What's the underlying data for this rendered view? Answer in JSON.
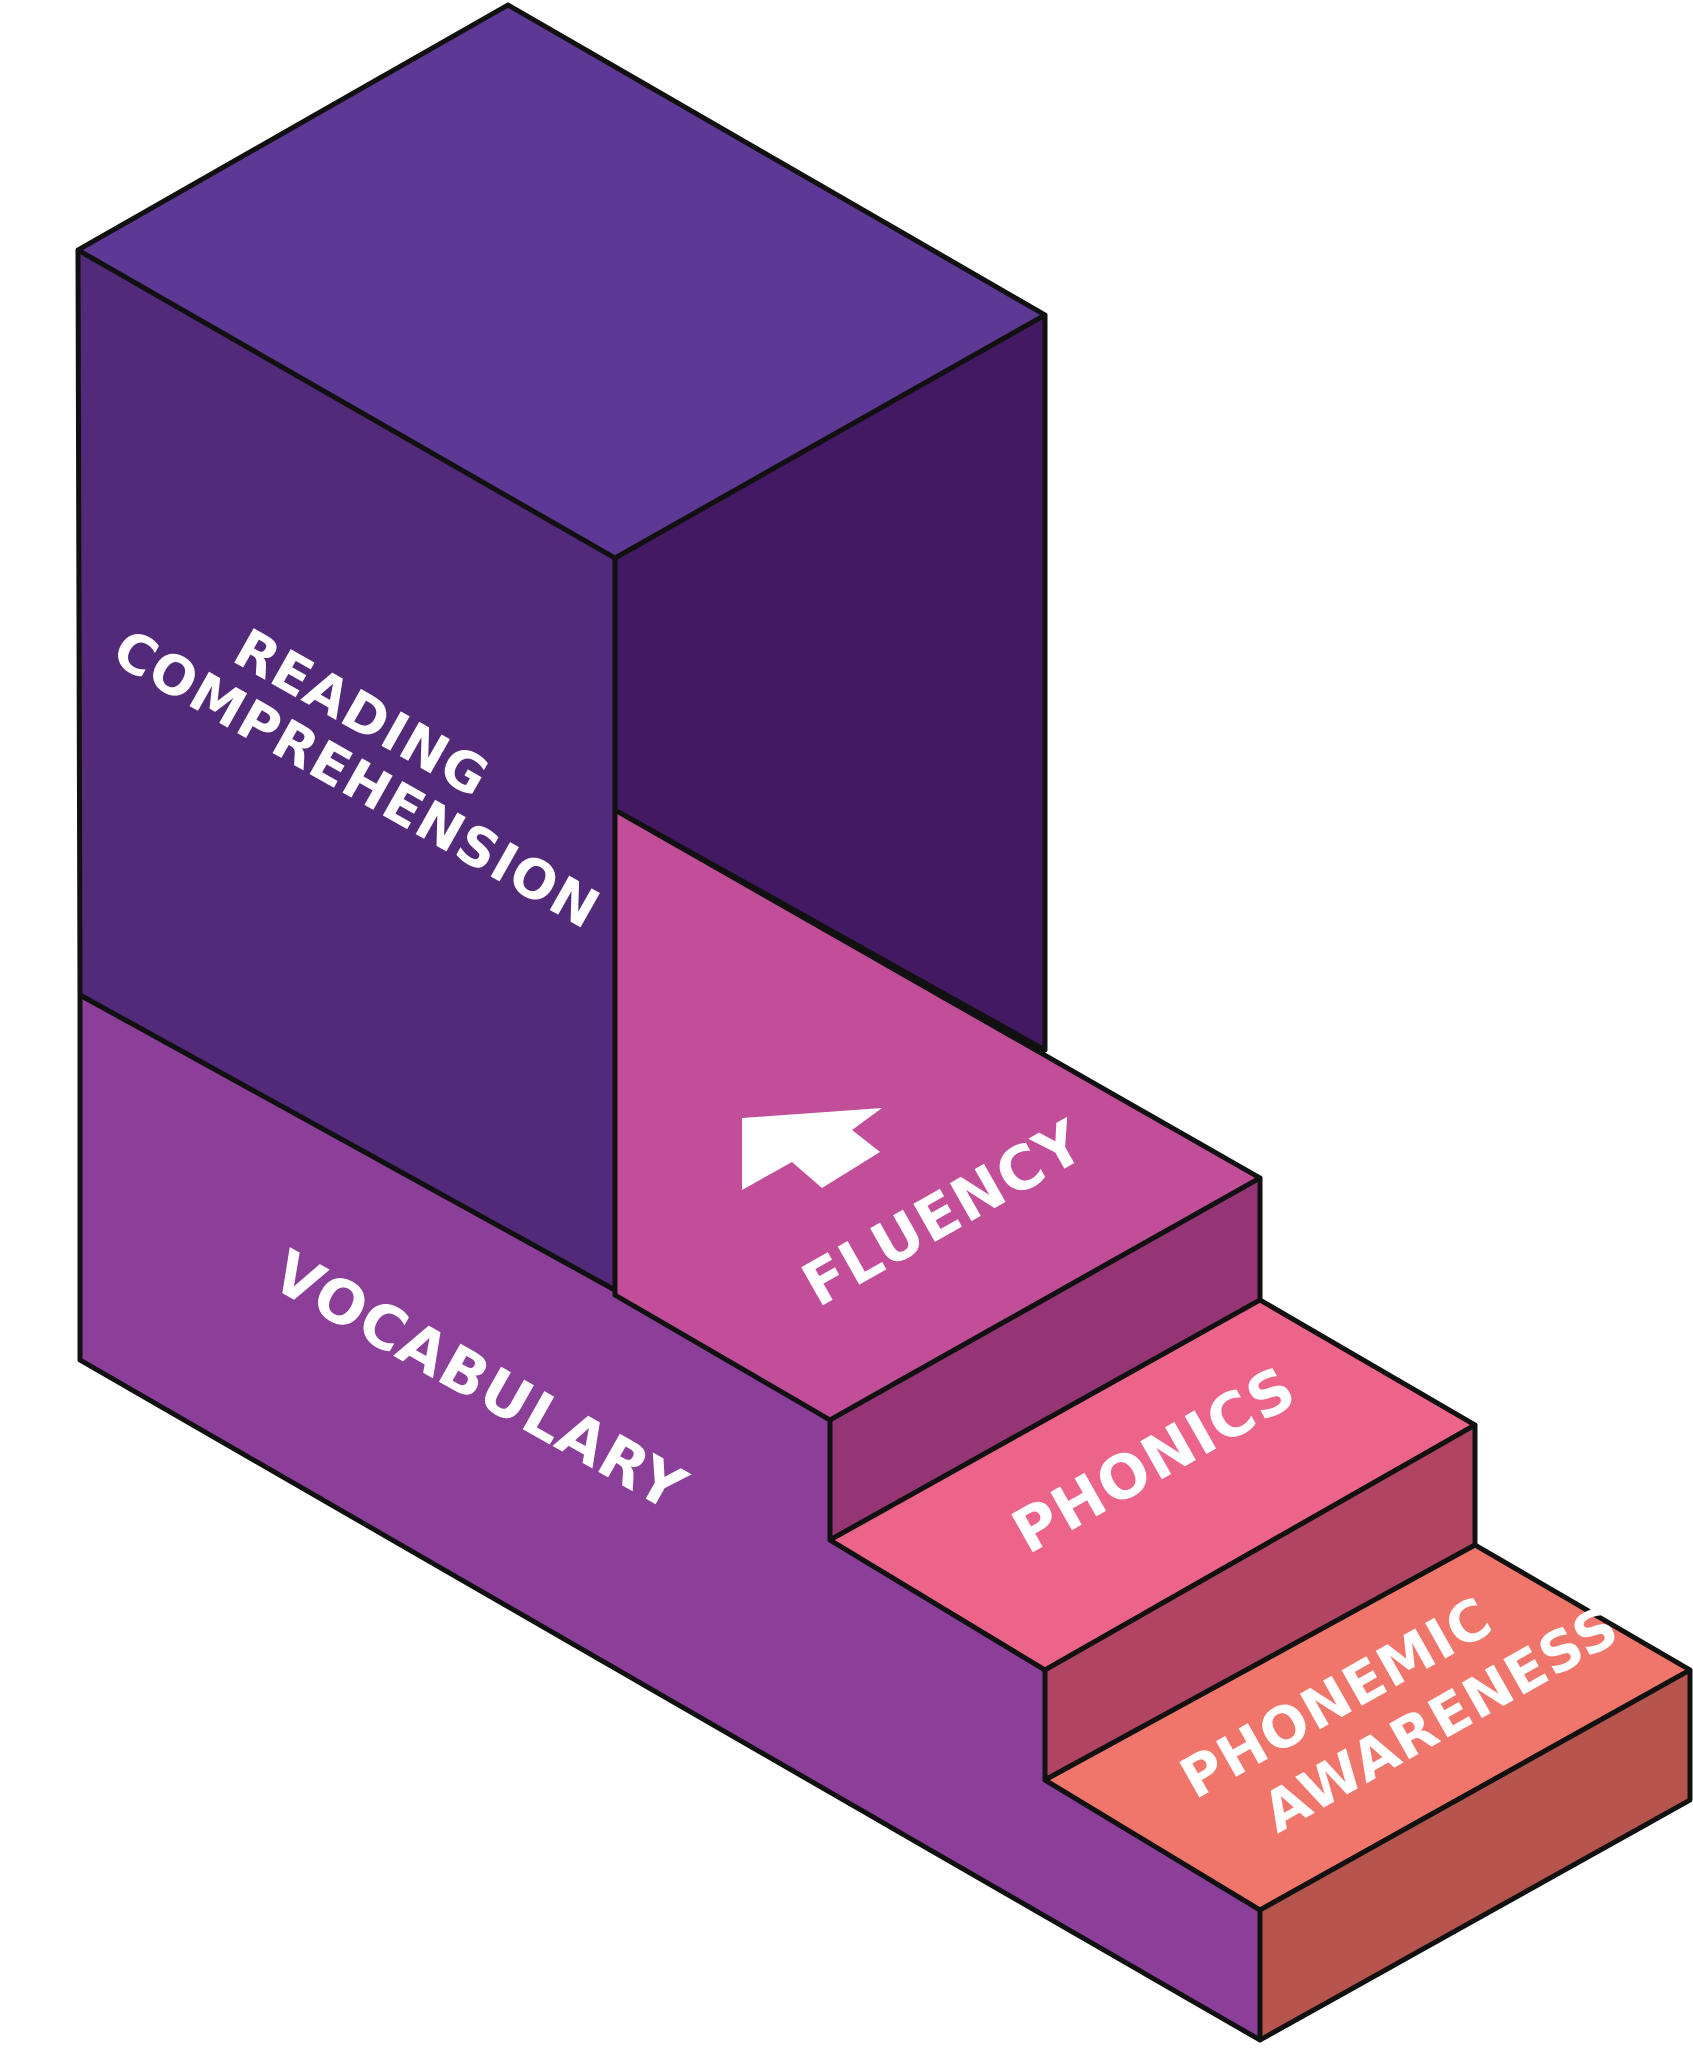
{
  "diagram": {
    "steps": [
      {
        "label": "PHONEMIC",
        "label2": "AWARENESS",
        "color_top": "#f0756b",
        "color_front": "#b5554d"
      },
      {
        "label": "PHONICS",
        "color_top": "#ec6489",
        "color_front": "#b04462"
      },
      {
        "label": "FLUENCY",
        "color_top": "#c24e9a",
        "color_front": "#963575"
      },
      {
        "label": "VOCABULARY",
        "color_side": "#8b3f98"
      },
      {
        "label": "READING",
        "label2": "COMPREHENSION",
        "color_top": "#5e3895",
        "color_front": "#53297a",
        "color_side": "#441963"
      }
    ],
    "arrow_icon": "up-arrow-icon",
    "outline_color": "#111111"
  }
}
